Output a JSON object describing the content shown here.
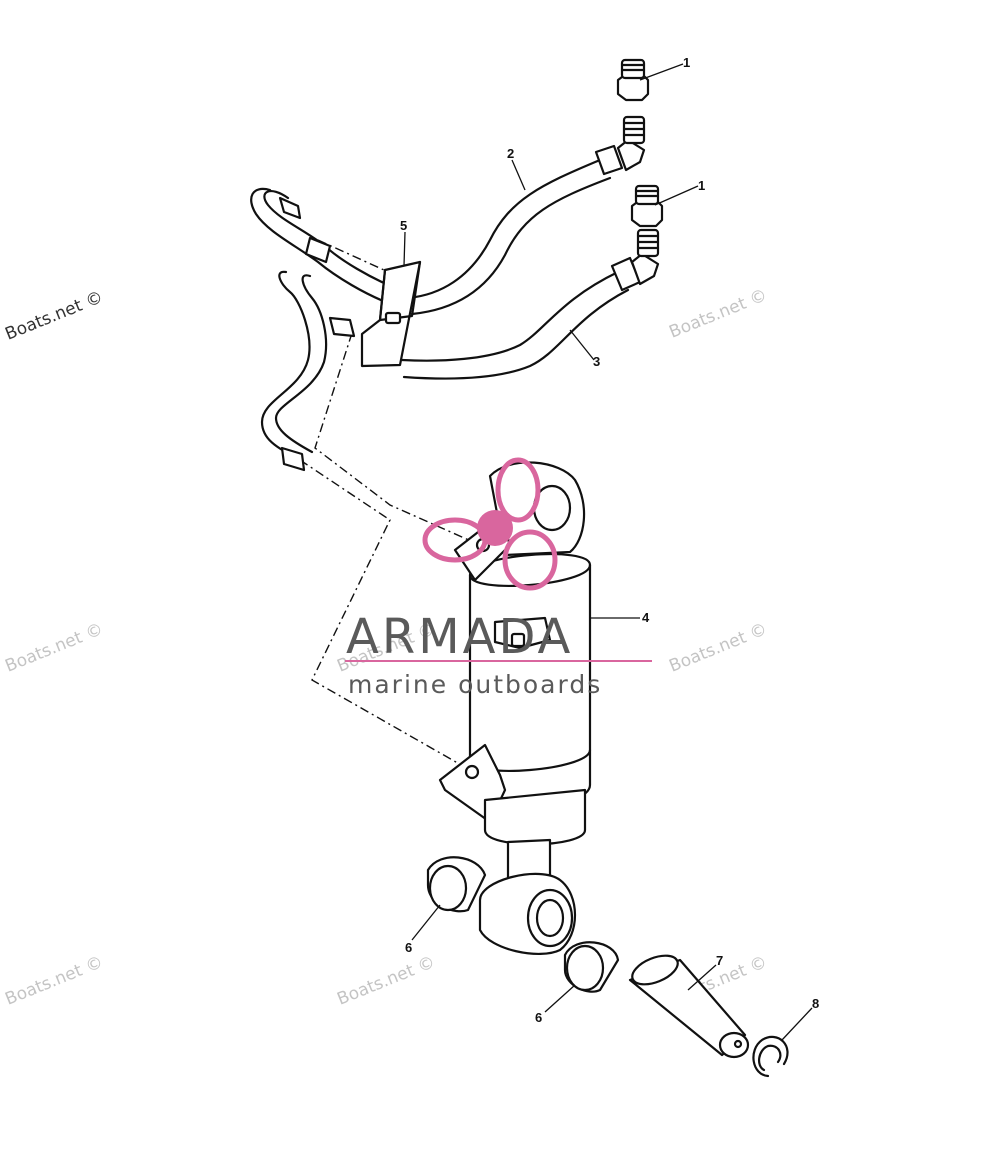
{
  "callouts": [
    {
      "id": "c1a",
      "label": "1"
    },
    {
      "id": "c1b",
      "label": "1"
    },
    {
      "id": "c2",
      "label": "2"
    },
    {
      "id": "c3",
      "label": "3"
    },
    {
      "id": "c4",
      "label": "4"
    },
    {
      "id": "c5",
      "label": "5"
    },
    {
      "id": "c6a",
      "label": "6"
    },
    {
      "id": "c6b",
      "label": "6"
    },
    {
      "id": "c7",
      "label": "7"
    },
    {
      "id": "c8",
      "label": "8"
    }
  ],
  "watermark": {
    "text": "Boats.net ©"
  },
  "brand": {
    "title": "ARMADA",
    "subtitle": "marine outboards",
    "accent_color": "#d9669e",
    "text_color": "#5a5a5a"
  }
}
